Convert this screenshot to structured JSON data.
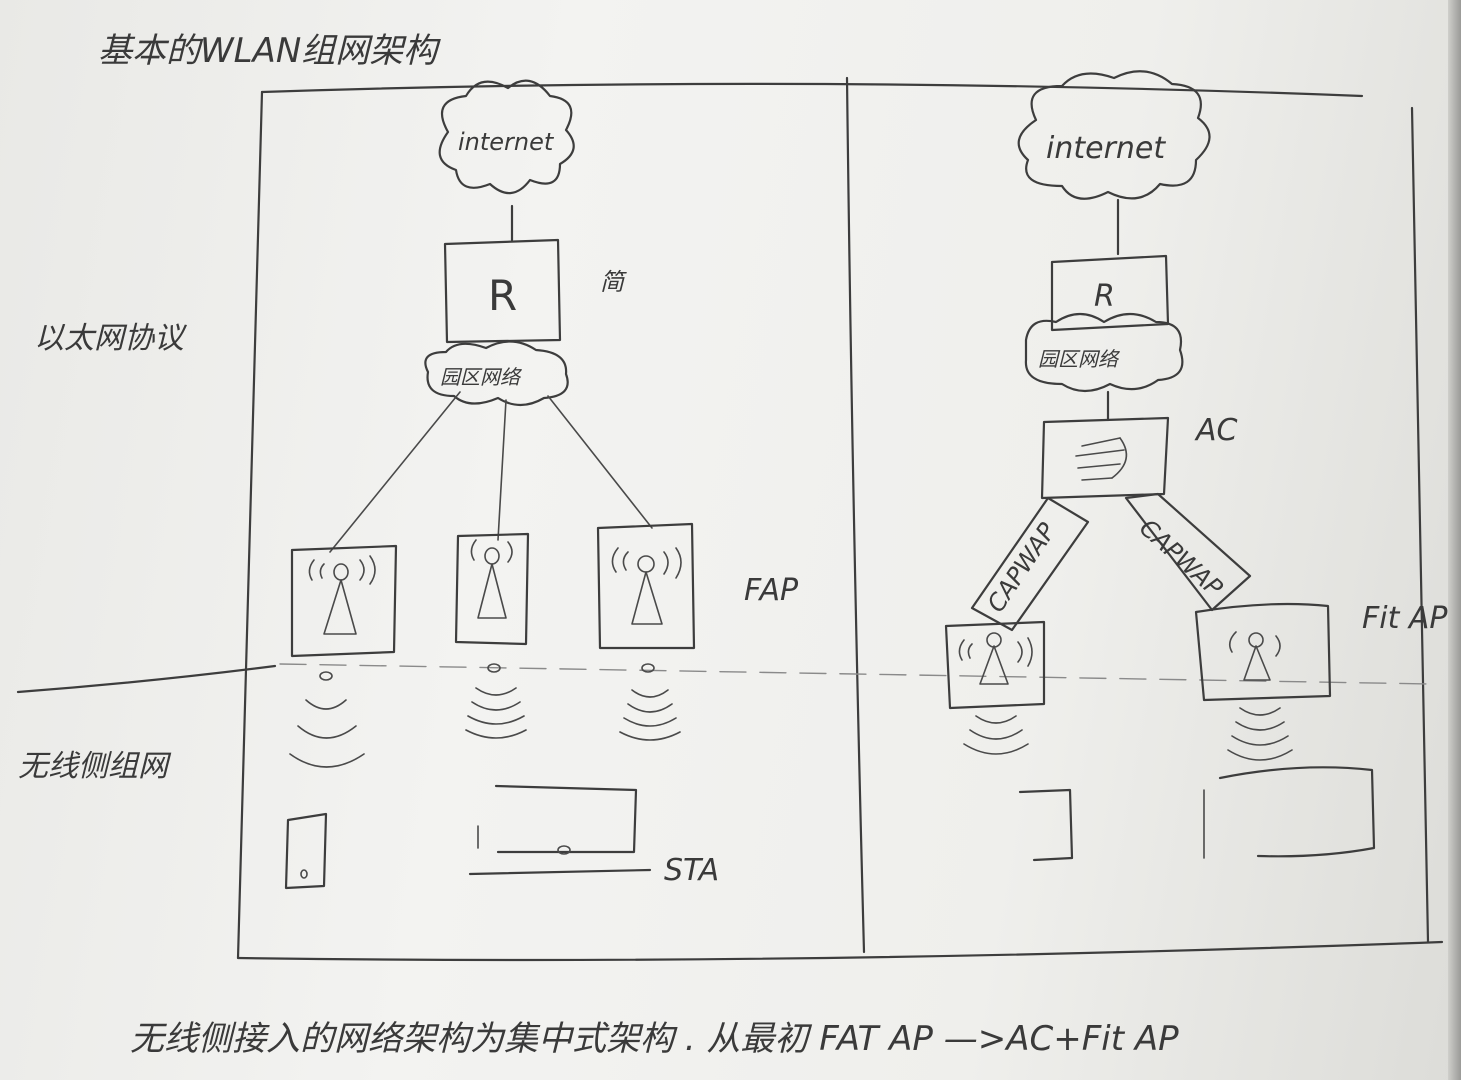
{
  "title": "基本的WLAN组网架构",
  "side_labels": {
    "wired": "以太网协议",
    "wireless": "无线侧组网"
  },
  "left_diagram": {
    "cloud": "internet",
    "router": "R",
    "router_note": "简",
    "network": "园区网络",
    "ap_label": "FAP",
    "station_label": "STA"
  },
  "right_diagram": {
    "cloud": "internet",
    "router": "R",
    "network": "园区网络",
    "controller": "AC",
    "tunnel_left": "CAPWAP",
    "tunnel_right": "CAPWAP",
    "ap_label": "Fit AP"
  },
  "footer": "无线侧接入的网络架构为集中式架构 . 从最初 FAT AP —>AC+Fit AP"
}
